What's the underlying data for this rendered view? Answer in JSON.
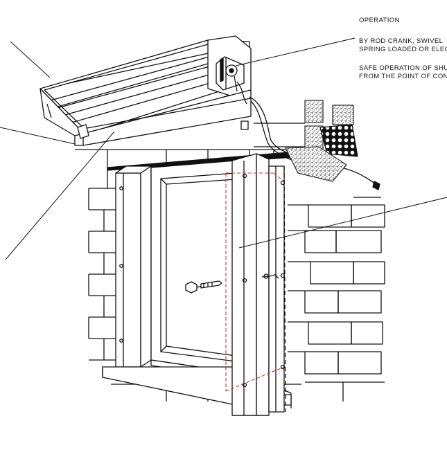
{
  "notes": {
    "title": "OPERATION",
    "crank_line_1": "BY ROD CRANK, SWIVEL",
    "crank_line_2": "SPRING LOADED OR ELECTRIC",
    "safe_line_1": "SAFE OPERATION OF SHUTTER",
    "safe_line_2": "FROM THE POINT OF CONTROL"
  },
  "colors": {
    "ink": "#111111",
    "dashed_guide": "#c0392b",
    "paper": "#ffffff",
    "stipple": "#444444"
  }
}
